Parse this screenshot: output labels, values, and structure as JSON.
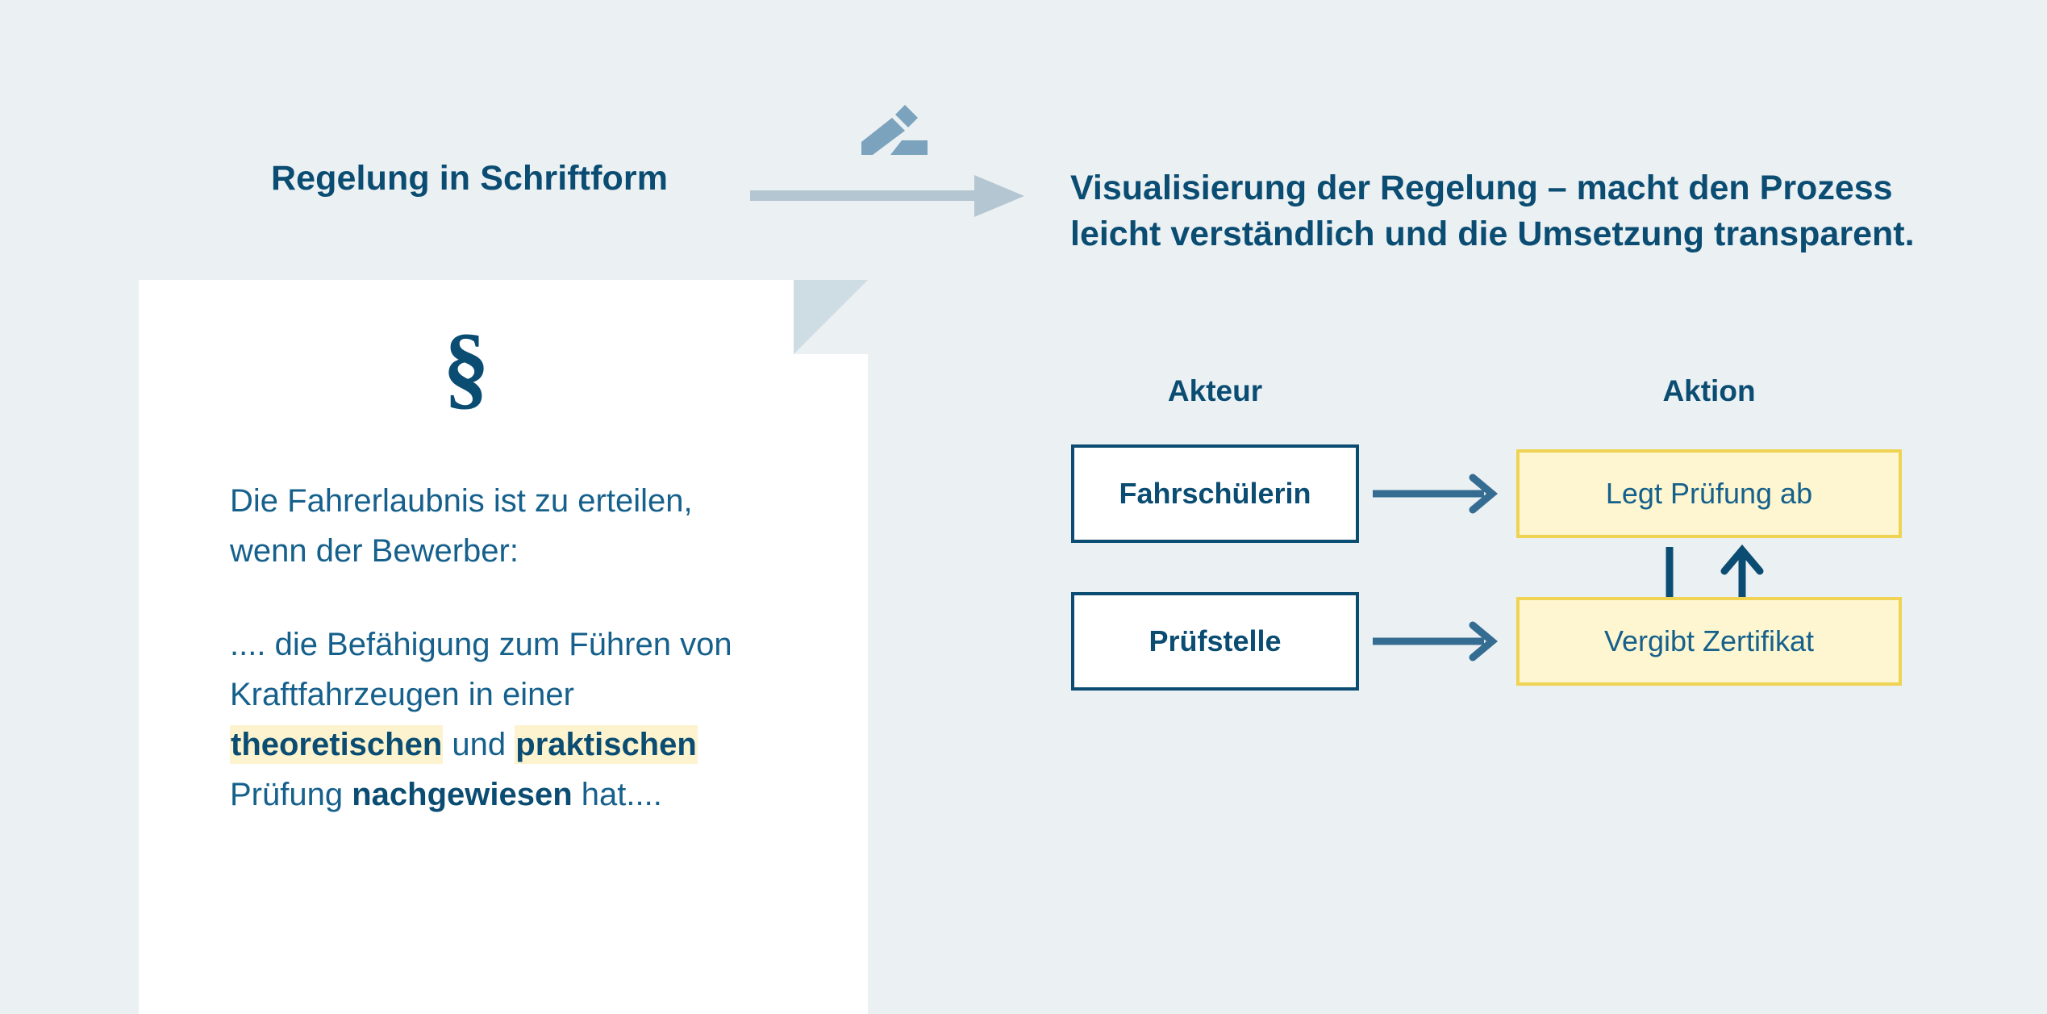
{
  "page": {
    "background_color": "#ebf0f3",
    "primary_color": "#0b4d72",
    "text_blue": "#16608c",
    "highlight_color": "#fdf3cf",
    "action_fill": "#fdf6d0",
    "action_border": "#f0d353",
    "big_arrow_color": "#b4c6d2",
    "pencil_icon_color": "#7ba3bd",
    "fold_color": "#cedce4",
    "small_arrow_color": "#356c92"
  },
  "left": {
    "header": "Regelung in Schriftform",
    "pencil_icon": "pencil-edit-icon",
    "transition_arrow": "right-arrow-icon"
  },
  "right": {
    "header_line1": "Visualisierung der Regelung – macht den Prozess",
    "header_line2": "leicht verständlich und die Umsetzung transparent."
  },
  "document": {
    "symbol": "§",
    "paragraph1_line1": "Die Fahrerlaubnis ist zu erteilen,",
    "paragraph1_line2": "wenn der Bewerber:",
    "paragraph2": {
      "line1": ".... die Befähigung zum Führen von",
      "line2": "Kraftfahrzeugen in einer",
      "line3_highlight_a": "theoretischen",
      "line3_connector": " und ",
      "line3_highlight_b": "praktischen",
      "line4_prefix": "Prüfung ",
      "line4_bold": "nachgewiesen",
      "line4_suffix": " hat...."
    }
  },
  "diagram": {
    "column_headers": {
      "actor": "Akteur",
      "action": "Aktion"
    },
    "rows": [
      {
        "actor": "Fahrschülerin",
        "action": "Legt Prüfung ab",
        "arrow": "right-arrow-icon"
      },
      {
        "actor": "Prüfstelle",
        "action": "Vergibt Zertifikat",
        "arrow": "right-arrow-icon"
      }
    ],
    "between_actions": {
      "down_arrow": "down-arrow-icon",
      "up_arrow": "up-arrow-icon"
    }
  }
}
